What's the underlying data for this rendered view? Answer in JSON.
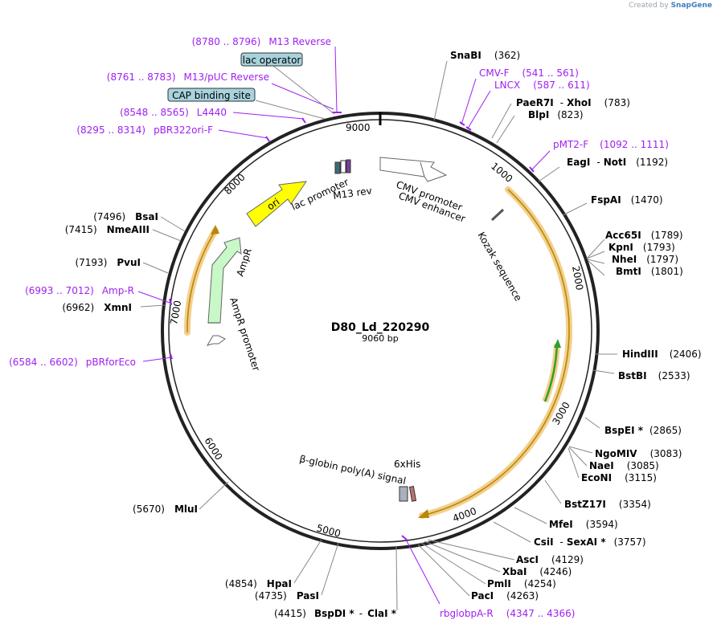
{
  "credit": {
    "prefix": "Created by",
    "brand": "SnapGene"
  },
  "map": {
    "name": "D80_Ld_220290",
    "length_label": "9060 bp",
    "length": 9060
  },
  "tick_labels": [
    "1000",
    "2000",
    "3000",
    "4000",
    "5000",
    "6000",
    "7000",
    "8000",
    "9000"
  ],
  "sites": [
    {
      "name": "SnaBI",
      "pos": "(362)"
    },
    {
      "name": "PaeR7I",
      "sep": "-",
      "name2": "XhoI",
      "pos": "(783)"
    },
    {
      "name": "BlpI",
      "pos": "(823)"
    },
    {
      "name": "EagI",
      "sep": "-",
      "name2": "NotI",
      "pos": "(1192)"
    },
    {
      "name": "FspAI",
      "pos": "(1470)"
    },
    {
      "name": "Acc65I",
      "pos": "(1789)"
    },
    {
      "name": "KpnI",
      "pos": "(1793)"
    },
    {
      "name": "NheI",
      "pos": "(1797)"
    },
    {
      "name": "BmtI",
      "pos": "(1801)"
    },
    {
      "name": "HindIII",
      "pos": "(2406)"
    },
    {
      "name": "BstBI",
      "pos": "(2533)"
    },
    {
      "name": "BspEI *",
      "pos": "(2865)"
    },
    {
      "name": "NgoMIV",
      "pos": "(3083)"
    },
    {
      "name": "NaeI",
      "pos": "(3085)"
    },
    {
      "name": "EcoNI",
      "pos": "(3115)"
    },
    {
      "name": "BstZ17I",
      "pos": "(3354)"
    },
    {
      "name": "MfeI",
      "pos": "(3594)"
    },
    {
      "name": "CsiI",
      "sep": "-",
      "name2": "SexAI *",
      "pos": "(3757)"
    },
    {
      "name": "AscI",
      "pos": "(4129)"
    },
    {
      "name": "XbaI",
      "pos": "(4246)"
    },
    {
      "name": "PmlI",
      "pos": "(4254)"
    },
    {
      "name": "PacI",
      "pos": "(4263)"
    },
    {
      "name": "BspDI *",
      "sep": "-",
      "name2": "ClaI *",
      "pos": "(4415)"
    },
    {
      "name": "PasI",
      "pos": "(4735)"
    },
    {
      "name": "HpaI",
      "pos": "(4854)"
    },
    {
      "name": "MluI",
      "pos": "(5670)"
    },
    {
      "name": "XmnI",
      "pos": "(6962)"
    },
    {
      "name": "PvuI",
      "pos": "(7193)"
    },
    {
      "name": "NmeAIII",
      "pos": "(7415)"
    },
    {
      "name": "BsaI",
      "pos": "(7496)"
    }
  ],
  "primers": [
    {
      "name": "M13 Reverse",
      "range": "(8780 .. 8796)"
    },
    {
      "name": "M13/pUC Reverse",
      "range": "(8761 .. 8783)"
    },
    {
      "name": "L4440",
      "range": "(8548 .. 8565)"
    },
    {
      "name": "pBR322ori-F",
      "range": "(8295 .. 8314)"
    },
    {
      "name": "CMV-F",
      "range": "(541 .. 561)"
    },
    {
      "name": "LNCX",
      "range": "(587 .. 611)"
    },
    {
      "name": "pMT2-F",
      "range": "(1092 .. 1111)"
    },
    {
      "name": "Amp-R",
      "range": "(6993 .. 7012)"
    },
    {
      "name": "pBRforEco",
      "range": "(6584 .. 6602)"
    },
    {
      "name": "rbglobpA-R",
      "range": "(4347 .. 4366)"
    }
  ],
  "boxed_features": [
    {
      "name": "lac operator",
      "color": "#a7d3dd"
    },
    {
      "name": "CAP binding site",
      "color": "#a7d3dd"
    }
  ],
  "features": {
    "ori": "ori",
    "ampr": "AmpR",
    "ampr_promoter": "AmpR promoter",
    "lac_promoter": "lac promoter",
    "m13_rev": "M13 rev",
    "cmv_promoter": "CMV promoter",
    "cmv_enhancer": "CMV enhancer",
    "kozak": "Kozak sequence",
    "his": "6xHis",
    "polya": "β-globin poly(A) signal"
  },
  "colors": {
    "primer": "#a020f0",
    "orf_highlight": "#f3cf8a",
    "orf_arrow": "#b8860b",
    "ori": "#ffff00",
    "ampr": "#c8f7c8",
    "green_orf": "#2f9e2f"
  }
}
